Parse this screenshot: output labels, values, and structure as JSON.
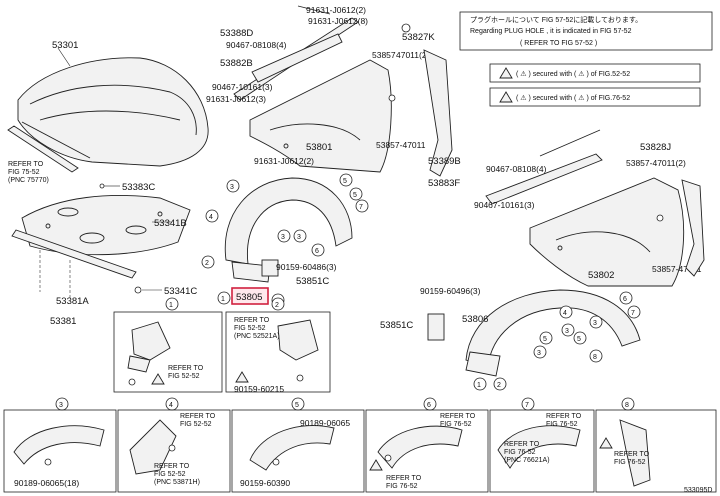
{
  "doc_id": "533095D",
  "notice": {
    "line1": "プラグホールについて FIG 57-52に記載しております。",
    "line2": "Regarding PLUG HOLE , it is indicated in FIG 57-52",
    "line3": "( REFER TO FIG 57-52 )"
  },
  "legend": [
    {
      "text": "( ⚠ ) secured with ( ⚠ ) of FIG.52-52"
    },
    {
      "text": "( ⚠ ) secured with ( ⚠ ) of FIG.76-52"
    }
  ],
  "parts": {
    "p53301": "53301",
    "p53388D": "53388D",
    "p53882B": "53882B",
    "p90467_08108_top": "90467-08108(4)",
    "p90467_10161_top": "90467-10161(3)",
    "p91631_J0612_1": "91631-J0612(2)",
    "p91631_J0612_2": "91631-J0612(8)",
    "p91631_J0612_3": "91631-J0612(3)",
    "p91631_J0612_4": "91631-J0612(2)",
    "p53857": "53857",
    "p47011_a": "47011(2)",
    "p53827K": "53827K",
    "p53857_47011": "53857-47011",
    "p53801": "53801",
    "p53383C": "53383C",
    "p53341B": "53341B",
    "p53341C": "53341C",
    "p53381A": "53381A",
    "p53381": "53381",
    "p53389B": "53389B",
    "p90467_08108_r": "90467-08108(4)",
    "p53883F": "53883F",
    "p90467_10161_r": "90467-10161(3)",
    "p53828J": "53828J",
    "p53857_47011_b": "53857-47011(2)",
    "p53857_47011_c": "53857-47011",
    "p53802": "53802",
    "p90159_60486_a": "90159-60486(3)",
    "p53851C_a": "53851C",
    "p53805": "53805",
    "p90159_60486_b": "90159-60496(3)",
    "p53806": "53806",
    "p53851C_b": "53851C",
    "p90159_60215": "90159-60215",
    "p90189_06065_a": "90189-06065(18)",
    "p90189_06065_b": "90189-06065",
    "p90159_60390": "90159-60390",
    "refer_fig75": "REFER TO\nFIG 75-52\n(PNC 75770)",
    "refer_52_a": "REFER TO\nFIG 52-52\n(PNC 52521A)",
    "refer_52_b": "REFER TO\nFIG 52-52",
    "refer_52_c": "REFER TO\nFIG 52-52",
    "refer_52_d": "REFER TO\nFIG 52-52\n(PNC 53871H)",
    "refer_76_a": "REFER TO\nFIG 76-52",
    "refer_76_b": "REFER TO\nFIG 76-52\n(PNC 76621A)",
    "refer_76_c": "REFER TO\nFIG 76-52",
    "refer_76_d": "REFER TO\nFIG 76-52",
    "refer_76_e": "REFER TO\nFIG 76-52"
  },
  "callouts": [
    "1",
    "2",
    "3",
    "4",
    "5",
    "6",
    "7",
    "8"
  ]
}
